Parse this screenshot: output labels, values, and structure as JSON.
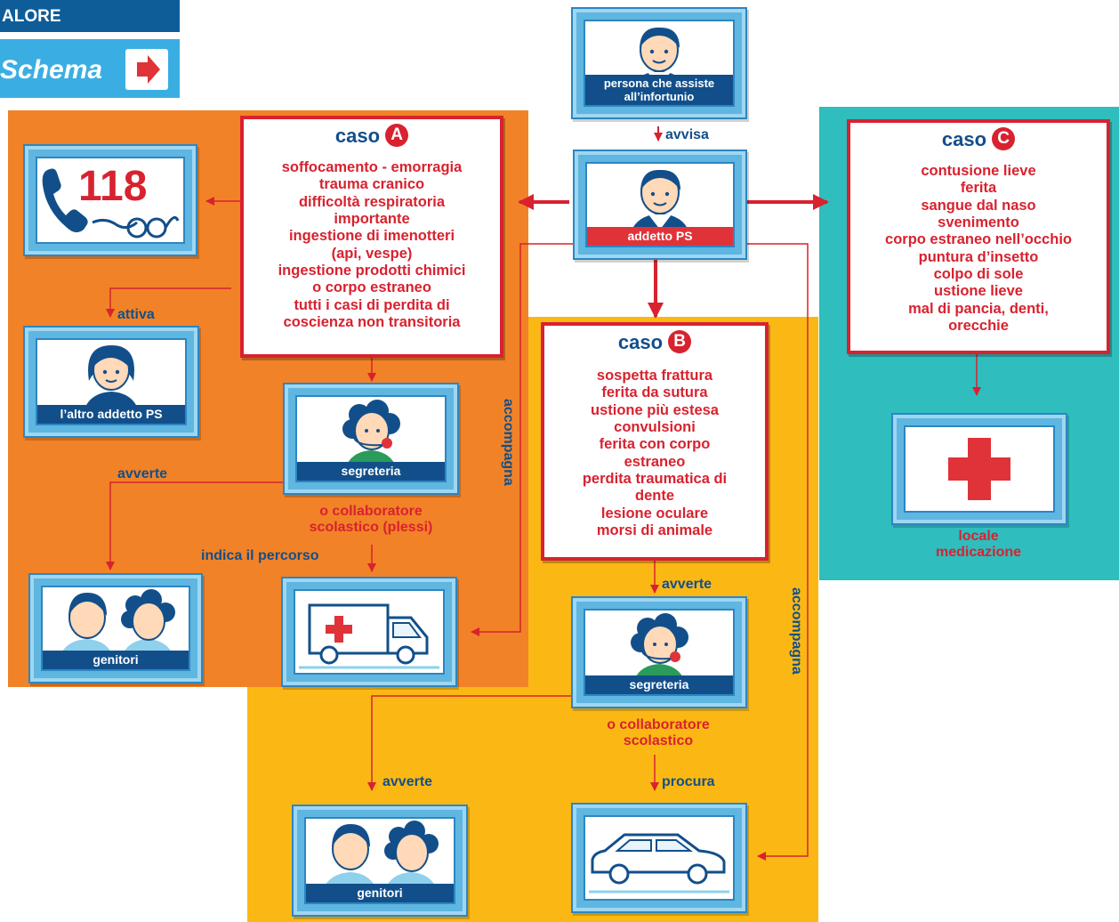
{
  "header": {
    "prev_word": "ALORE",
    "schema_label": "Schema",
    "arrow_icon": "red-right-arrow-icon"
  },
  "colors": {
    "orange": "#f28227",
    "yellow": "#fbb814",
    "teal": "#2fbdbe",
    "red": "#d8222f",
    "navy": "#124f8a",
    "frame_blue": "#5fb6e0"
  },
  "nodes": {
    "witness": "persona che assiste all’infortunio",
    "first_aider": "addetto PS",
    "other_first_aider": "l’altro addetto PS",
    "secretariat_a": "segreteria",
    "secretariat_b": "segreteria",
    "parents_a": "genitori",
    "parents_b": "genitori",
    "emergency_number": "118",
    "medical_room": "locale\nmedicazione"
  },
  "case_a": {
    "title": "caso",
    "letter": "A",
    "items": "soffocamento - emorragia\ntrauma cranico\ndifficoltà respiratoria\nimportante\ningestione di imenotteri\n(api, vespe)\ningestione prodotti chimici\no corpo estraneo\ntutti i casi di perdita di\ncoscienza non transitoria"
  },
  "case_b": {
    "title": "caso",
    "letter": "B",
    "items": "sospetta frattura\nferita da sutura\nustione più estesa\nconvulsioni\nferita con corpo\nestraneo\nperdita traumatica di\ndente\nlesione oculare\nmorsi di animale"
  },
  "case_c": {
    "title": "caso",
    "letter": "C",
    "items": "contusione lieve\nferita\nsangue dal naso\nsvenimento\ncorpo estraneo nell’occhio\npuntura d’insetto\ncolpo di sole\nustione lieve\nmal di pancia,  denti,\norecchie"
  },
  "edge_labels": {
    "avvisa": "avvisa",
    "attiva": "attiva",
    "avverte_a": "avverte",
    "avverte_b1": "avverte",
    "avverte_b2": "avverte",
    "indica": "indica il percorso",
    "procura": "procura",
    "accompagna_a": "accompagna",
    "accompagna_b": "accompagna",
    "collab_a": "o collaboratore\nscolastico (plessi)",
    "collab_b": "o collaboratore\nscolastico"
  }
}
